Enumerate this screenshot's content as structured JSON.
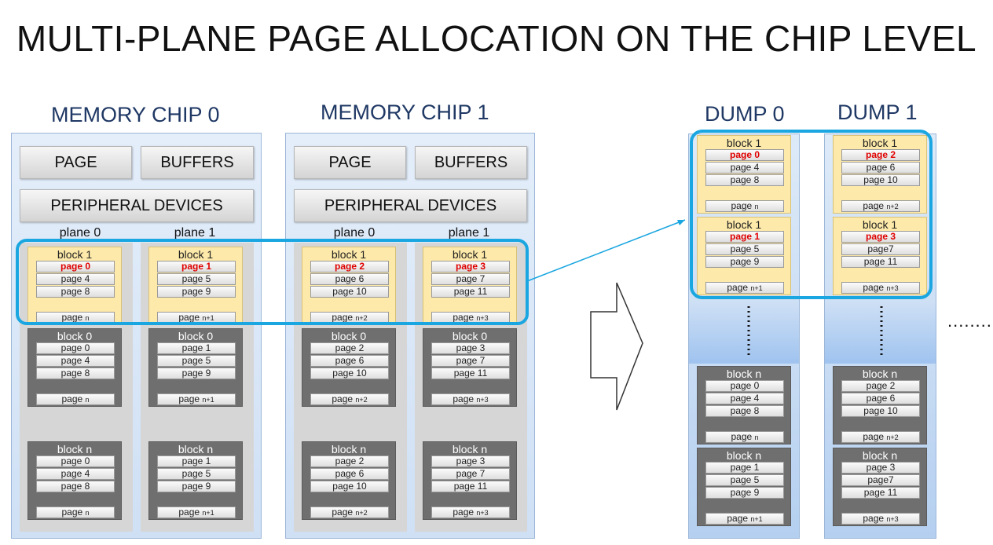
{
  "title": "MULTI-PLANE PAGE ALLOCATION ON THE CHIP LEVEL",
  "chips": [
    {
      "label": "MEMORY CHIP 0",
      "page_btn": "PAGE",
      "buffers_btn": "BUFFERS",
      "peripheral_btn": "PERIPHERAL DEVICES",
      "planes": [
        {
          "label": "plane 0",
          "blocks": [
            {
              "label": "block 1",
              "color": "yellow",
              "pages": [
                {
                  "text": "page 0",
                  "red": true
                },
                {
                  "text": "page 4"
                },
                {
                  "text": "page 8"
                }
              ],
              "last": {
                "base": "page",
                "sub": "n"
              }
            },
            {
              "label": "block 0",
              "color": "gray",
              "pages": [
                {
                  "text": "page 0"
                },
                {
                  "text": "page 4"
                },
                {
                  "text": "page 8"
                }
              ],
              "last": {
                "base": "page",
                "sub": "n"
              }
            },
            {
              "label": "block n",
              "color": "gray",
              "pages": [
                {
                  "text": "page 0"
                },
                {
                  "text": "page 4"
                },
                {
                  "text": "page 8"
                }
              ],
              "last": {
                "base": "page",
                "sub": "n"
              }
            }
          ]
        },
        {
          "label": "plane 1",
          "blocks": [
            {
              "label": "block 1",
              "color": "yellow",
              "pages": [
                {
                  "text": "page 1",
                  "red": true
                },
                {
                  "text": "page 5"
                },
                {
                  "text": "page 9"
                }
              ],
              "last": {
                "base": "page",
                "sub": "n+1"
              }
            },
            {
              "label": "block 0",
              "color": "gray",
              "pages": [
                {
                  "text": "page 1"
                },
                {
                  "text": "page 5"
                },
                {
                  "text": "page 9"
                }
              ],
              "last": {
                "base": "page",
                "sub": "n+1"
              }
            },
            {
              "label": "block n",
              "color": "gray",
              "pages": [
                {
                  "text": "page 1"
                },
                {
                  "text": "page 5"
                },
                {
                  "text": "page 9"
                }
              ],
              "last": {
                "base": "page",
                "sub": "n+1"
              }
            }
          ]
        }
      ]
    },
    {
      "label": "MEMORY CHIP 1",
      "page_btn": "PAGE",
      "buffers_btn": "BUFFERS",
      "peripheral_btn": "PERIPHERAL DEVICES",
      "planes": [
        {
          "label": "plane 0",
          "blocks": [
            {
              "label": "block 1",
              "color": "yellow",
              "pages": [
                {
                  "text": "page 2",
                  "red": true
                },
                {
                  "text": "page 6"
                },
                {
                  "text": "page 10"
                }
              ],
              "last": {
                "base": "page",
                "sub": "n+2"
              }
            },
            {
              "label": "block 0",
              "color": "gray",
              "pages": [
                {
                  "text": "page 2"
                },
                {
                  "text": "page 6"
                },
                {
                  "text": "page 10"
                }
              ],
              "last": {
                "base": "page",
                "sub": "n+2"
              }
            },
            {
              "label": "block n",
              "color": "gray",
              "pages": [
                {
                  "text": "page 2"
                },
                {
                  "text": "page 6"
                },
                {
                  "text": "page 10"
                }
              ],
              "last": {
                "base": "page",
                "sub": "n+2"
              }
            }
          ]
        },
        {
          "label": "plane 1",
          "blocks": [
            {
              "label": "block 1",
              "color": "yellow",
              "pages": [
                {
                  "text": "page 3",
                  "red": true
                },
                {
                  "text": "page 7"
                },
                {
                  "text": "page 11"
                }
              ],
              "last": {
                "base": "page",
                "sub": "n+3"
              }
            },
            {
              "label": "block 0",
              "color": "gray",
              "pages": [
                {
                  "text": "page 3"
                },
                {
                  "text": "page 7"
                },
                {
                  "text": "page 11"
                }
              ],
              "last": {
                "base": "page",
                "sub": "n+3"
              }
            },
            {
              "label": "block n",
              "color": "gray",
              "pages": [
                {
                  "text": "page 3"
                },
                {
                  "text": "page 7"
                },
                {
                  "text": "page 11"
                }
              ],
              "last": {
                "base": "page",
                "sub": "n+3"
              }
            }
          ]
        }
      ]
    }
  ],
  "dumps": [
    {
      "label": "DUMP 0",
      "blocks": [
        {
          "label": "block 1",
          "color": "yellow",
          "pages": [
            {
              "text": "page 0",
              "red": true
            },
            {
              "text": "page 4"
            },
            {
              "text": "page 8"
            }
          ],
          "last": {
            "base": "page",
            "sub": "n"
          }
        },
        {
          "label": "block 1",
          "color": "yellow",
          "pages": [
            {
              "text": "page 1",
              "red": true
            },
            {
              "text": "page 5"
            },
            {
              "text": "page 9"
            }
          ],
          "last": {
            "base": "page",
            "sub": "n+1"
          }
        },
        {
          "label": "block n",
          "color": "gray",
          "pages": [
            {
              "text": "page 0"
            },
            {
              "text": "page 4"
            },
            {
              "text": "page 8"
            }
          ],
          "last": {
            "base": "page",
            "sub": "n"
          }
        },
        {
          "label": "block n",
          "color": "gray",
          "pages": [
            {
              "text": "page 1"
            },
            {
              "text": "page 5"
            },
            {
              "text": "page 9"
            }
          ],
          "last": {
            "base": "page",
            "sub": "n+1"
          }
        }
      ]
    },
    {
      "label": "DUMP 1",
      "blocks": [
        {
          "label": "block 1",
          "color": "yellow",
          "pages": [
            {
              "text": "page 2",
              "red": true
            },
            {
              "text": "page 6"
            },
            {
              "text": "page 10"
            }
          ],
          "last": {
            "base": "page",
            "sub": "n+2"
          }
        },
        {
          "label": "block 1",
          "color": "yellow",
          "pages": [
            {
              "text": "page 3",
              "red": true
            },
            {
              "text": "page7"
            },
            {
              "text": "page 11"
            }
          ],
          "last": {
            "base": "page",
            "sub": "n+3"
          }
        },
        {
          "label": "block n",
          "color": "gray",
          "pages": [
            {
              "text": "page 2"
            },
            {
              "text": "page 6"
            },
            {
              "text": "page 10"
            }
          ],
          "last": {
            "base": "page",
            "sub": "n+2"
          }
        },
        {
          "label": "block n",
          "color": "gray",
          "pages": [
            {
              "text": "page 3"
            },
            {
              "text": "page7"
            },
            {
              "text": "page 11"
            }
          ],
          "last": {
            "base": "page",
            "sub": "n+3"
          }
        }
      ]
    }
  ],
  "ellipsis": "........",
  "colors": {
    "highlight": "#1aa6e0",
    "red_page": "#e00000",
    "title_blue": "#1f3864"
  }
}
